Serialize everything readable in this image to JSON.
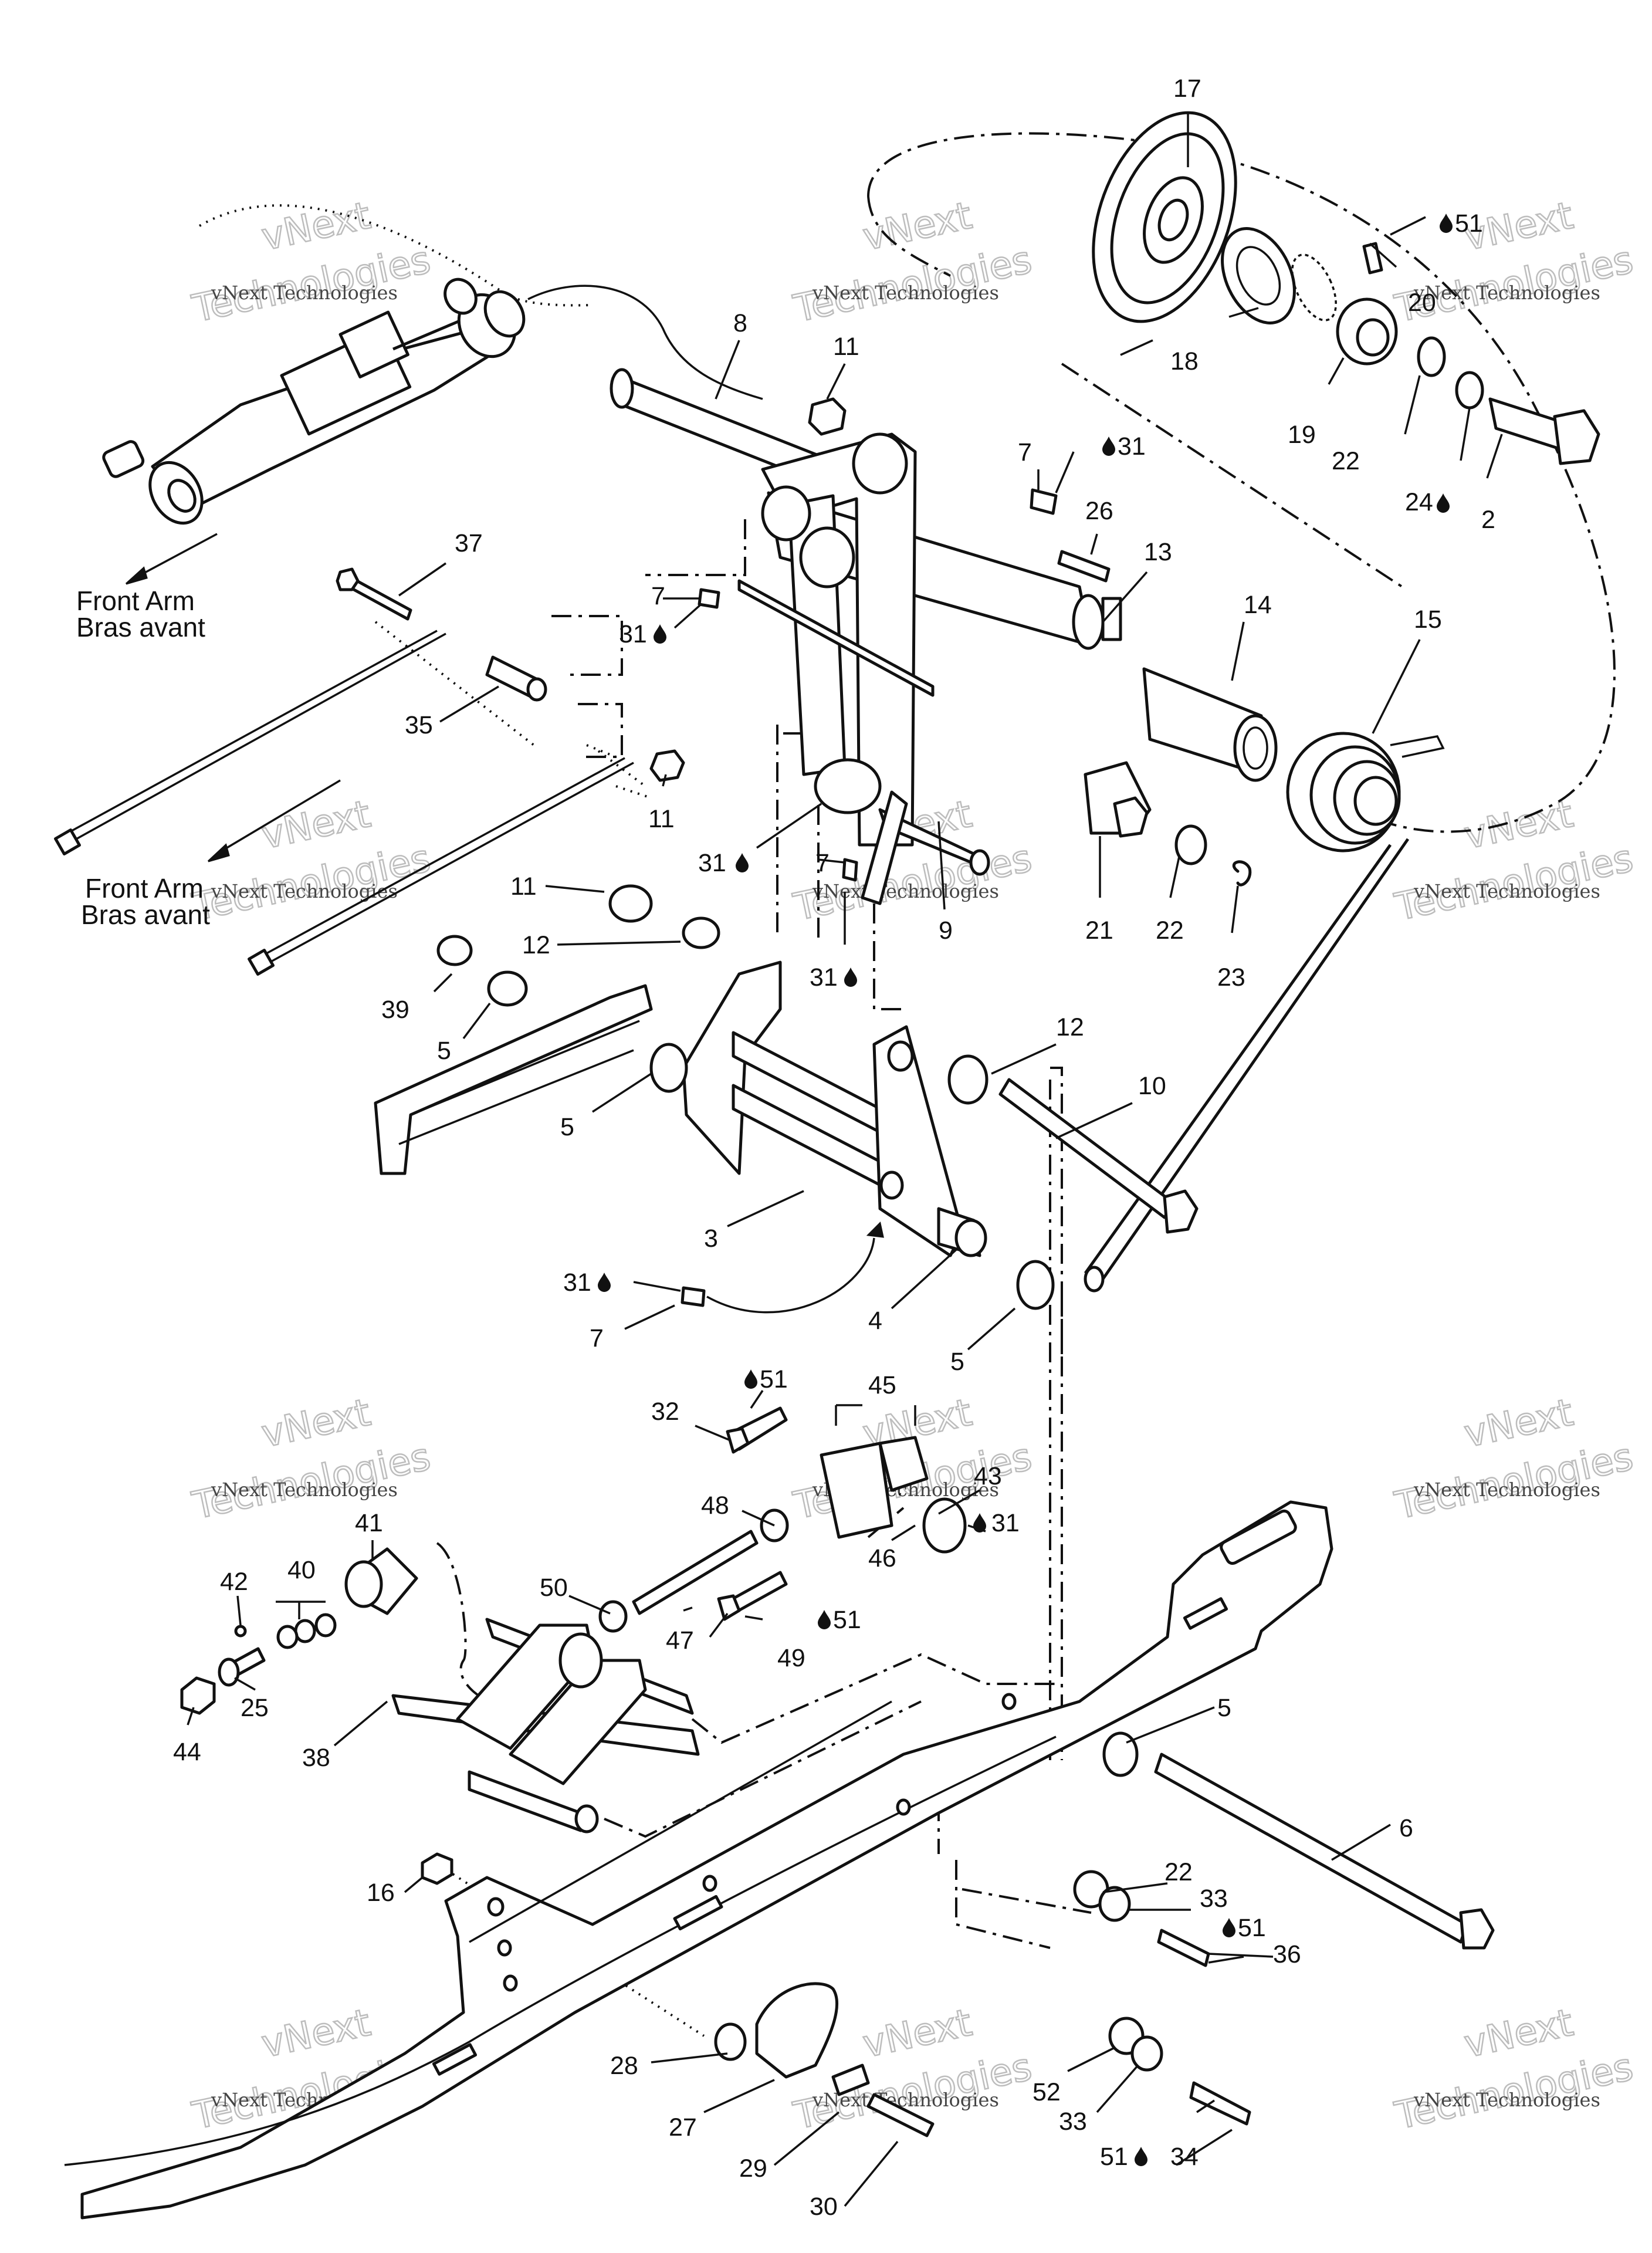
{
  "diagram": {
    "notes": [
      {
        "id": "front-arm-1",
        "line1": "Front Arm",
        "line2": "Bras avant"
      },
      {
        "id": "front-arm-2",
        "line1": "Front Arm",
        "line2": "Bras avant"
      }
    ],
    "watermark": {
      "small": "vNext Technologies",
      "big": "Technologies",
      "top": "vNext"
    },
    "callouts": [
      {
        "id": "c17",
        "text": "17"
      },
      {
        "id": "c51a",
        "text": "51"
      },
      {
        "id": "c20",
        "text": "20"
      },
      {
        "id": "c18",
        "text": "18"
      },
      {
        "id": "c19",
        "text": "19"
      },
      {
        "id": "c22a",
        "text": "22"
      },
      {
        "id": "c24",
        "text": "24"
      },
      {
        "id": "c2",
        "text": "2"
      },
      {
        "id": "c8",
        "text": "8"
      },
      {
        "id": "c11a",
        "text": "11"
      },
      {
        "id": "c7a",
        "text": "7"
      },
      {
        "id": "c31a",
        "text": "31"
      },
      {
        "id": "c26",
        "text": "26"
      },
      {
        "id": "c13",
        "text": "13"
      },
      {
        "id": "c14",
        "text": "14"
      },
      {
        "id": "c15",
        "text": "15"
      },
      {
        "id": "c37",
        "text": "37"
      },
      {
        "id": "c7b",
        "text": "7"
      },
      {
        "id": "c31b",
        "text": "31"
      },
      {
        "id": "c35",
        "text": "35"
      },
      {
        "id": "c11b",
        "text": "11"
      },
      {
        "id": "c31c",
        "text": "31"
      },
      {
        "id": "c7c",
        "text": "7"
      },
      {
        "id": "c9",
        "text": "9"
      },
      {
        "id": "c21",
        "text": "21"
      },
      {
        "id": "c22b",
        "text": "22"
      },
      {
        "id": "c23",
        "text": "23"
      },
      {
        "id": "c11c",
        "text": "11"
      },
      {
        "id": "c12a",
        "text": "12"
      },
      {
        "id": "c31d",
        "text": "31"
      },
      {
        "id": "c39",
        "text": "39"
      },
      {
        "id": "c5a",
        "text": "5"
      },
      {
        "id": "c5b",
        "text": "5"
      },
      {
        "id": "c12b",
        "text": "12"
      },
      {
        "id": "c10",
        "text": "10"
      },
      {
        "id": "c3",
        "text": "3"
      },
      {
        "id": "c31e",
        "text": "31"
      },
      {
        "id": "c7d",
        "text": "7"
      },
      {
        "id": "c4",
        "text": "4"
      },
      {
        "id": "c5c",
        "text": "5"
      },
      {
        "id": "c45",
        "text": "45"
      },
      {
        "id": "c32",
        "text": "32"
      },
      {
        "id": "c51b",
        "text": "51"
      },
      {
        "id": "c43",
        "text": "43"
      },
      {
        "id": "c48",
        "text": "48"
      },
      {
        "id": "c31f",
        "text": "31"
      },
      {
        "id": "c46",
        "text": "46"
      },
      {
        "id": "c41",
        "text": "41"
      },
      {
        "id": "c42",
        "text": "42"
      },
      {
        "id": "c40",
        "text": "40"
      },
      {
        "id": "c50",
        "text": "50"
      },
      {
        "id": "c47",
        "text": "47"
      },
      {
        "id": "c49",
        "text": "49"
      },
      {
        "id": "c51c",
        "text": "51"
      },
      {
        "id": "c25",
        "text": "25"
      },
      {
        "id": "c44",
        "text": "44"
      },
      {
        "id": "c38",
        "text": "38"
      },
      {
        "id": "c5d",
        "text": "5"
      },
      {
        "id": "c6",
        "text": "6"
      },
      {
        "id": "c16",
        "text": "16"
      },
      {
        "id": "c22c",
        "text": "22"
      },
      {
        "id": "c33a",
        "text": "33"
      },
      {
        "id": "c51d",
        "text": "51"
      },
      {
        "id": "c36",
        "text": "36"
      },
      {
        "id": "c28",
        "text": "28"
      },
      {
        "id": "c52",
        "text": "52"
      },
      {
        "id": "c27",
        "text": "27"
      },
      {
        "id": "c33b",
        "text": "33"
      },
      {
        "id": "c34",
        "text": "34"
      },
      {
        "id": "c51e",
        "text": "51"
      },
      {
        "id": "c29",
        "text": "29"
      },
      {
        "id": "c30",
        "text": "30"
      }
    ]
  }
}
